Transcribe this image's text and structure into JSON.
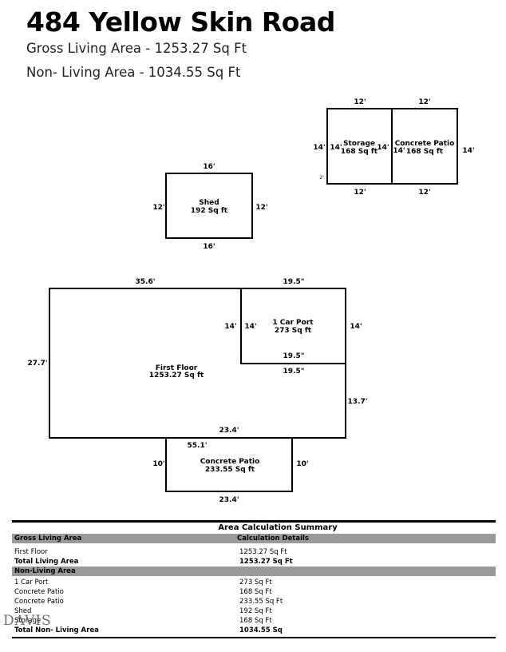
{
  "header": {
    "title": "484 Yellow Skin Road",
    "gross_line": "Gross Living Area - 1253.27 Sq Ft",
    "nonliving_line": "Non- Living Area - 1034.55 Sq Ft"
  },
  "plan": {
    "storage": {
      "name": "Storage",
      "area": "168 Sq ft",
      "top": "12'",
      "bottom": "12'",
      "left_outer": "14'",
      "left_inner": "14'",
      "right_inner": "14'",
      "small": "2'"
    },
    "patio_top": {
      "name": "Concrete Patio",
      "area": "168 Sq ft",
      "top": "12'",
      "bottom": "12'",
      "left_inner": "14'",
      "right": "14'"
    },
    "shed": {
      "name": "Shed",
      "area": "192 Sq ft",
      "top": "16'",
      "bottom": "16'",
      "left": "12'",
      "right": "12'"
    },
    "first_floor": {
      "name": "First Floor",
      "area": "1253.27 Sq ft",
      "top": "35.6'",
      "left": "27.7'",
      "right_lower": "13.7'",
      "bottom": "23.4'",
      "port_bottom_outer": "19.5\""
    },
    "carport": {
      "name": "1 Car Port",
      "area": "273 Sq ft",
      "top": "19.5\"",
      "left_outer": "14'",
      "left_inner": "14'",
      "right": "14'",
      "bottom_inner": "19.5\""
    },
    "patio_bottom": {
      "name": "Concrete Patio",
      "area": "233.55 Sq ft",
      "top": "55.1'",
      "left": "10'",
      "right": "10'",
      "bottom": "23.4'"
    }
  },
  "summary": {
    "title": "Area Calculation Summary",
    "gross_header": "Gross Living Area",
    "details_header": "Calculation Details",
    "gross_rows": [
      {
        "label": "First Floor",
        "value": "1253.27 Sq Ft"
      }
    ],
    "total_living": {
      "label": "Total Living Area",
      "value": "1253.27 Sq Ft"
    },
    "nonliving_header": "Non-Living Area",
    "nonliving_rows": [
      {
        "label": "1 Car Port",
        "value": "273 Sq Ft"
      },
      {
        "label": "Concrete Patio",
        "value": "168 Sq Ft"
      },
      {
        "label": "Concrete Patio",
        "value": "233.55 Sq Ft"
      },
      {
        "label": "Shed",
        "value": "192 Sq Ft"
      },
      {
        "label": "Storage",
        "value": "168 Sq Ft"
      }
    ],
    "total_nonliving": {
      "label": "Total Non- Living Area",
      "value": "1034.55 Sq"
    }
  },
  "watermark": "DAVIS"
}
